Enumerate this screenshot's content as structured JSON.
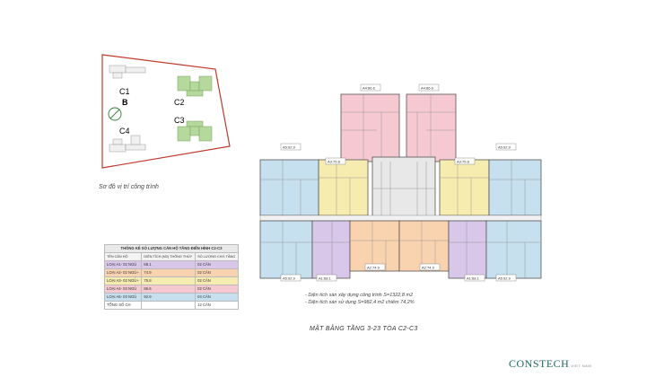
{
  "site_map": {
    "blocks": [
      "C1",
      "C2",
      "C3",
      "C4"
    ],
    "center_label": "B",
    "caption": "Sơ đồ vị trí công trình"
  },
  "stats_table": {
    "title": "THỐNG KÊ SỐ LƯỢNG CĂN HỘ TẦNG ĐIỂN HÌNH C2-C3",
    "headers": [
      "TÊN CĂN HỘ",
      "DIỆN TÍCH (M2) THÔNG THỦY",
      "SỐ LƯỢNG CH/1 TẦNG"
    ],
    "rows": [
      {
        "name": "LOẠI A1- 02 NGỦ",
        "area": "68.1",
        "count": "02 CĂN",
        "color": "#d9c7ea"
      },
      {
        "name": "LOẠI A2- 02 NGỦ+",
        "area": "74.9",
        "count": "02 CĂN",
        "color": "#f9d3b0"
      },
      {
        "name": "LOẠI A3- 02 NGỦ+",
        "area": "75.8",
        "count": "02 CĂN",
        "color": "#f6ecb0"
      },
      {
        "name": "LOẠI A4- 03 NGỦ",
        "area": "86.6",
        "count": "02 CĂN",
        "color": "#f5c8d2"
      },
      {
        "name": "LOẠI A5- 03 NGỦ",
        "area": "92.9",
        "count": "04 CĂN",
        "color": "#c6e0ef"
      }
    ],
    "total": {
      "name": "TỔNG SỐ CH",
      "count": "12 CĂN"
    }
  },
  "floor_plan": {
    "unit_tags": {
      "a4_left": "A4:86.6",
      "a4_right": "A4:86.6",
      "a5_top_left": "A5:92.9",
      "a5_top_right": "A5:92.9",
      "a3_left": "A3:75.8",
      "a3_right": "A3:75.8",
      "a5_bottom_left": "A5:92.9",
      "a5_bottom_right": "A5:92.9",
      "a1_left": "A1:68.1",
      "a1_right": "A1:68.1",
      "a2_left": "A2:74.9",
      "a2_right": "A2:74.9"
    },
    "colors": {
      "a1": "#d9c7ea",
      "a2": "#f9d3b0",
      "a3": "#f6ecb0",
      "a4": "#f5c8d2",
      "a5": "#c6e0ef",
      "core": "#e8e8e8"
    }
  },
  "notes": [
    "- Diện tích sàn xây dựng công trình S=1322,8 m2",
    "- Diện tích sàn sử dụng S=982,4 m2 chiếm 74,2%"
  ],
  "plan_title": "MẶT BẰNG TẦNG 3-23 TÒA C2-C3",
  "logo": {
    "brand": "CONSTECH",
    "sub": "VIET NAM"
  }
}
